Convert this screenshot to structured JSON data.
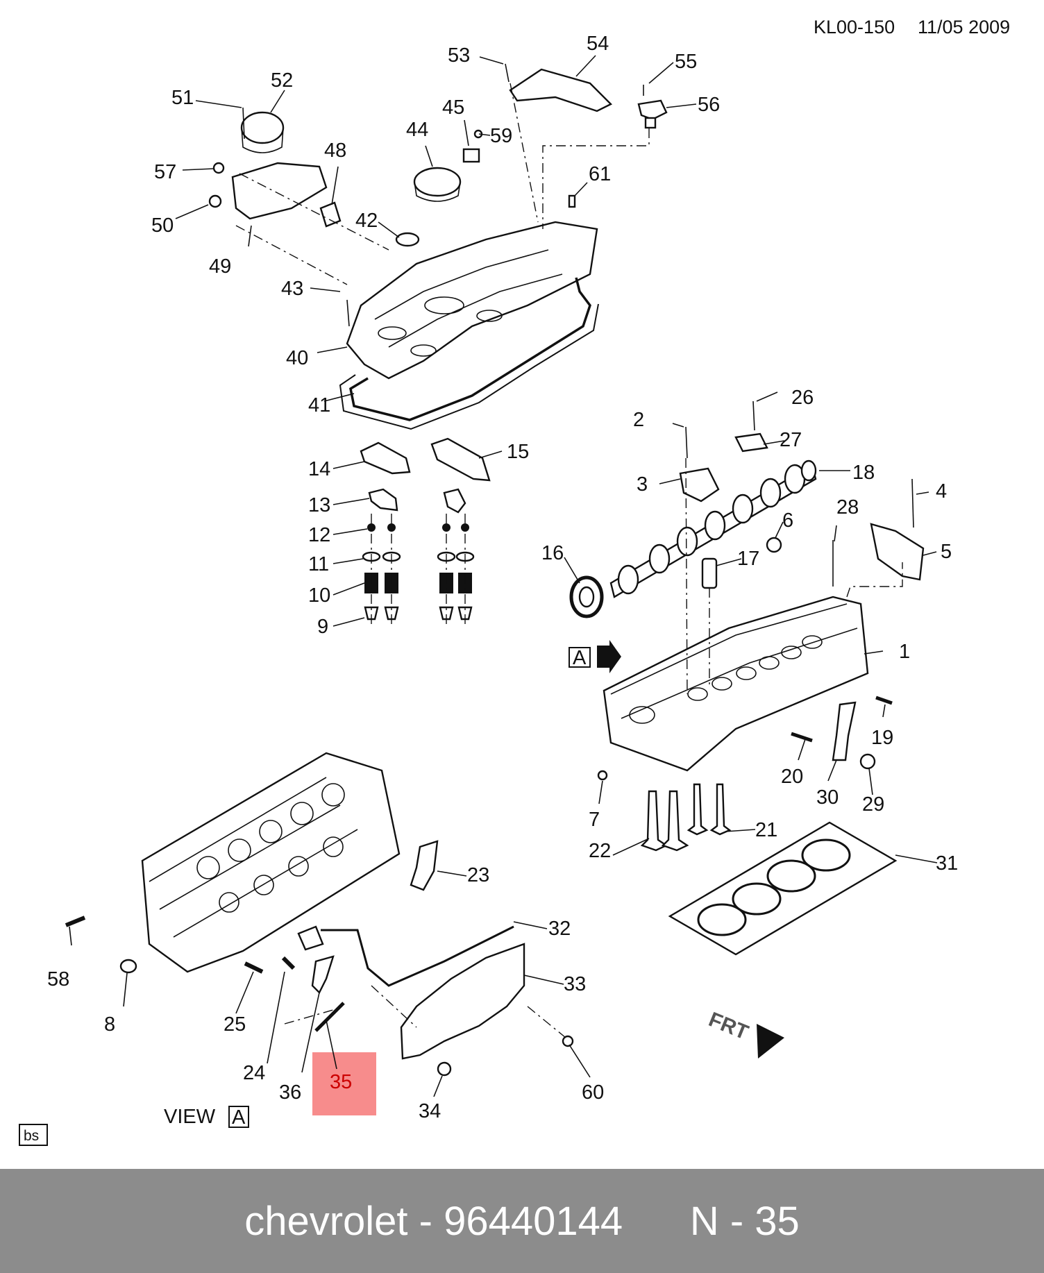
{
  "header": {
    "ref": "KL00-150",
    "date": "11/05 2009"
  },
  "view_label": {
    "text": "VIEW",
    "box": "A"
  },
  "view_arrow": {
    "box": "A"
  },
  "corner_box": "bs",
  "frt": "FRT",
  "highlight": {
    "label": "35",
    "color": "#f78c8c"
  },
  "callouts": {
    "c1": "1",
    "c2": "2",
    "c3": "3",
    "c4": "4",
    "c5": "5",
    "c6": "6",
    "c7": "7",
    "c8": "8",
    "c9": "9",
    "c10": "10",
    "c11": "11",
    "c12": "12",
    "c13": "13",
    "c14": "14",
    "c15": "15",
    "c16": "16",
    "c17": "17",
    "c18": "18",
    "c19": "19",
    "c20": "20",
    "c21": "21",
    "c22": "22",
    "c23": "23",
    "c24": "24",
    "c25": "25",
    "c26": "26",
    "c27": "27",
    "c28": "28",
    "c29": "29",
    "c30": "30",
    "c31": "31",
    "c32": "32",
    "c33": "33",
    "c34": "34",
    "c36": "36",
    "c40": "40",
    "c41": "41",
    "c42": "42",
    "c43": "43",
    "c44": "44",
    "c45": "45",
    "c48": "48",
    "c49": "49",
    "c50": "50",
    "c51": "51",
    "c52": "52",
    "c53": "53",
    "c54": "54",
    "c55": "55",
    "c56": "56",
    "c57": "57",
    "c58": "58",
    "c59": "59",
    "c60": "60",
    "c61": "61"
  },
  "footer": {
    "brand": "chevrolet",
    "part_number": "96440144",
    "position": "N - 35"
  }
}
